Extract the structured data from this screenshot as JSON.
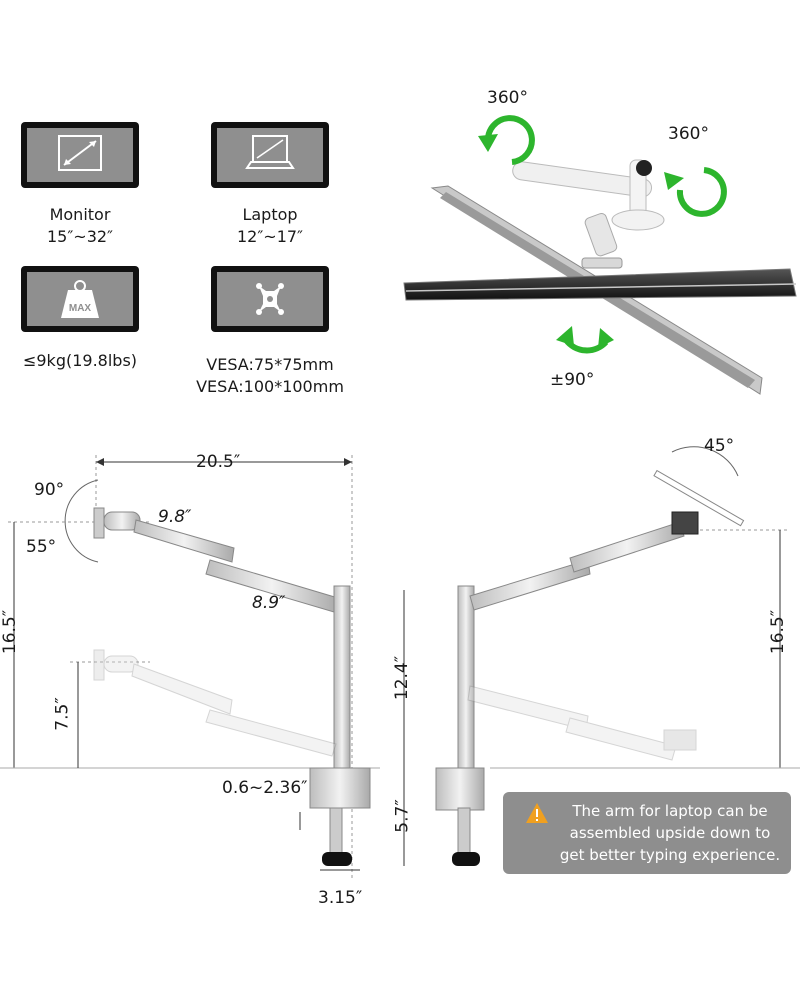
{
  "specs": {
    "monitor": {
      "label": "Monitor",
      "range": "15″~32″"
    },
    "laptop": {
      "label": "Laptop",
      "range": "12″~17″"
    },
    "weight": {
      "icon_text": "MAX",
      "label": "≤9kg(19.8lbs)"
    },
    "vesa": {
      "line1": "VESA:75*75mm",
      "line2": "VESA:100*100mm"
    }
  },
  "rotation": {
    "top": "360°",
    "right": "360°",
    "tilt": "±90°"
  },
  "dimensions": {
    "span": "20.5″",
    "angle_up": "90°",
    "angle_down": "55°",
    "upper_arm": "9.8″",
    "lower_arm": "8.9″",
    "height_left": "16.5″",
    "low_height": "7.5″",
    "pole": "12.4″",
    "clamp_range": "0.6~2.36″",
    "clamp_depth": "5.7″",
    "base_width": "3.15″",
    "laptop_tilt": "45°",
    "height_right": "16.5″"
  },
  "note": {
    "icon": "warning-icon",
    "text": "The arm for laptop can be assembled upside down to get better typing experience."
  }
}
